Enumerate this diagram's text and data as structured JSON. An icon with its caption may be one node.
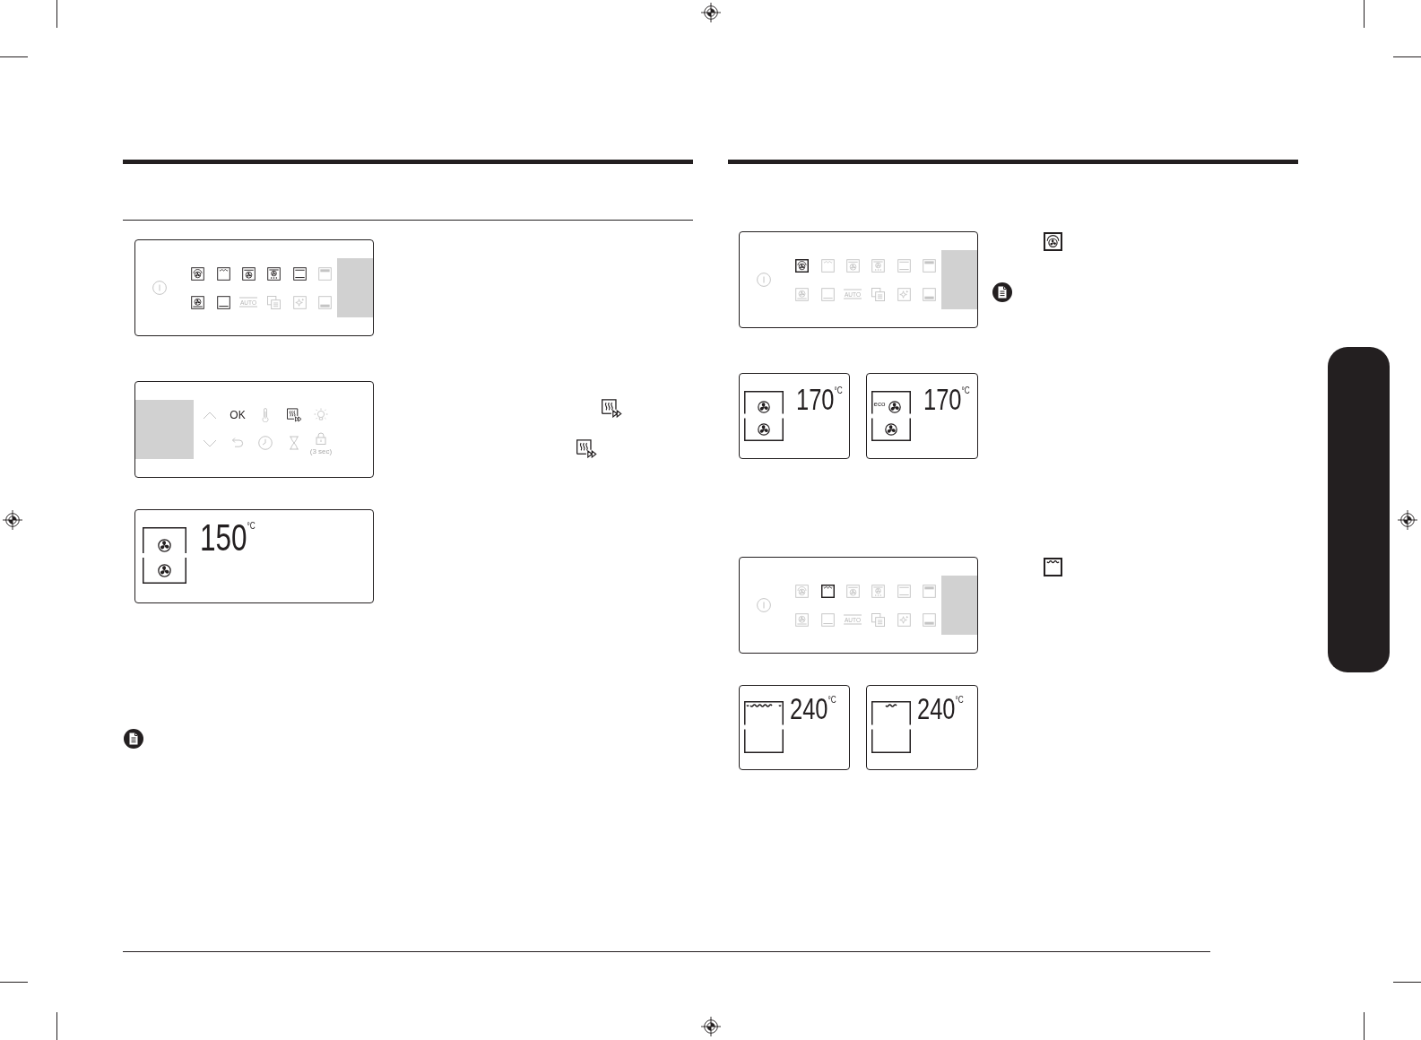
{
  "diagram": {
    "nodes": [
      {
        "text": [
          "AUTO"
        ]
      },
      {
        "text": [
          "OK",
          "(3 sec)"
        ]
      },
      {
        "text": [
          "150$^{°C}$"
        ]
      },
      {
        "text": [
          "AUTO"
        ]
      },
      {
        "text": [
          "170$^{°C}$"
        ]
      },
      {
        "text": [
          "eco",
          "170$^{°C}$"
        ]
      },
      {
        "text": [
          "AUTO"
        ]
      },
      {
        "text": [
          "240$^{°C}$"
        ]
      },
      {
        "text": [
          "240$^{°C}$"
        ]
      },
      {
        "text": [],
        "shape": "box"
      }
    ]
  }
}
